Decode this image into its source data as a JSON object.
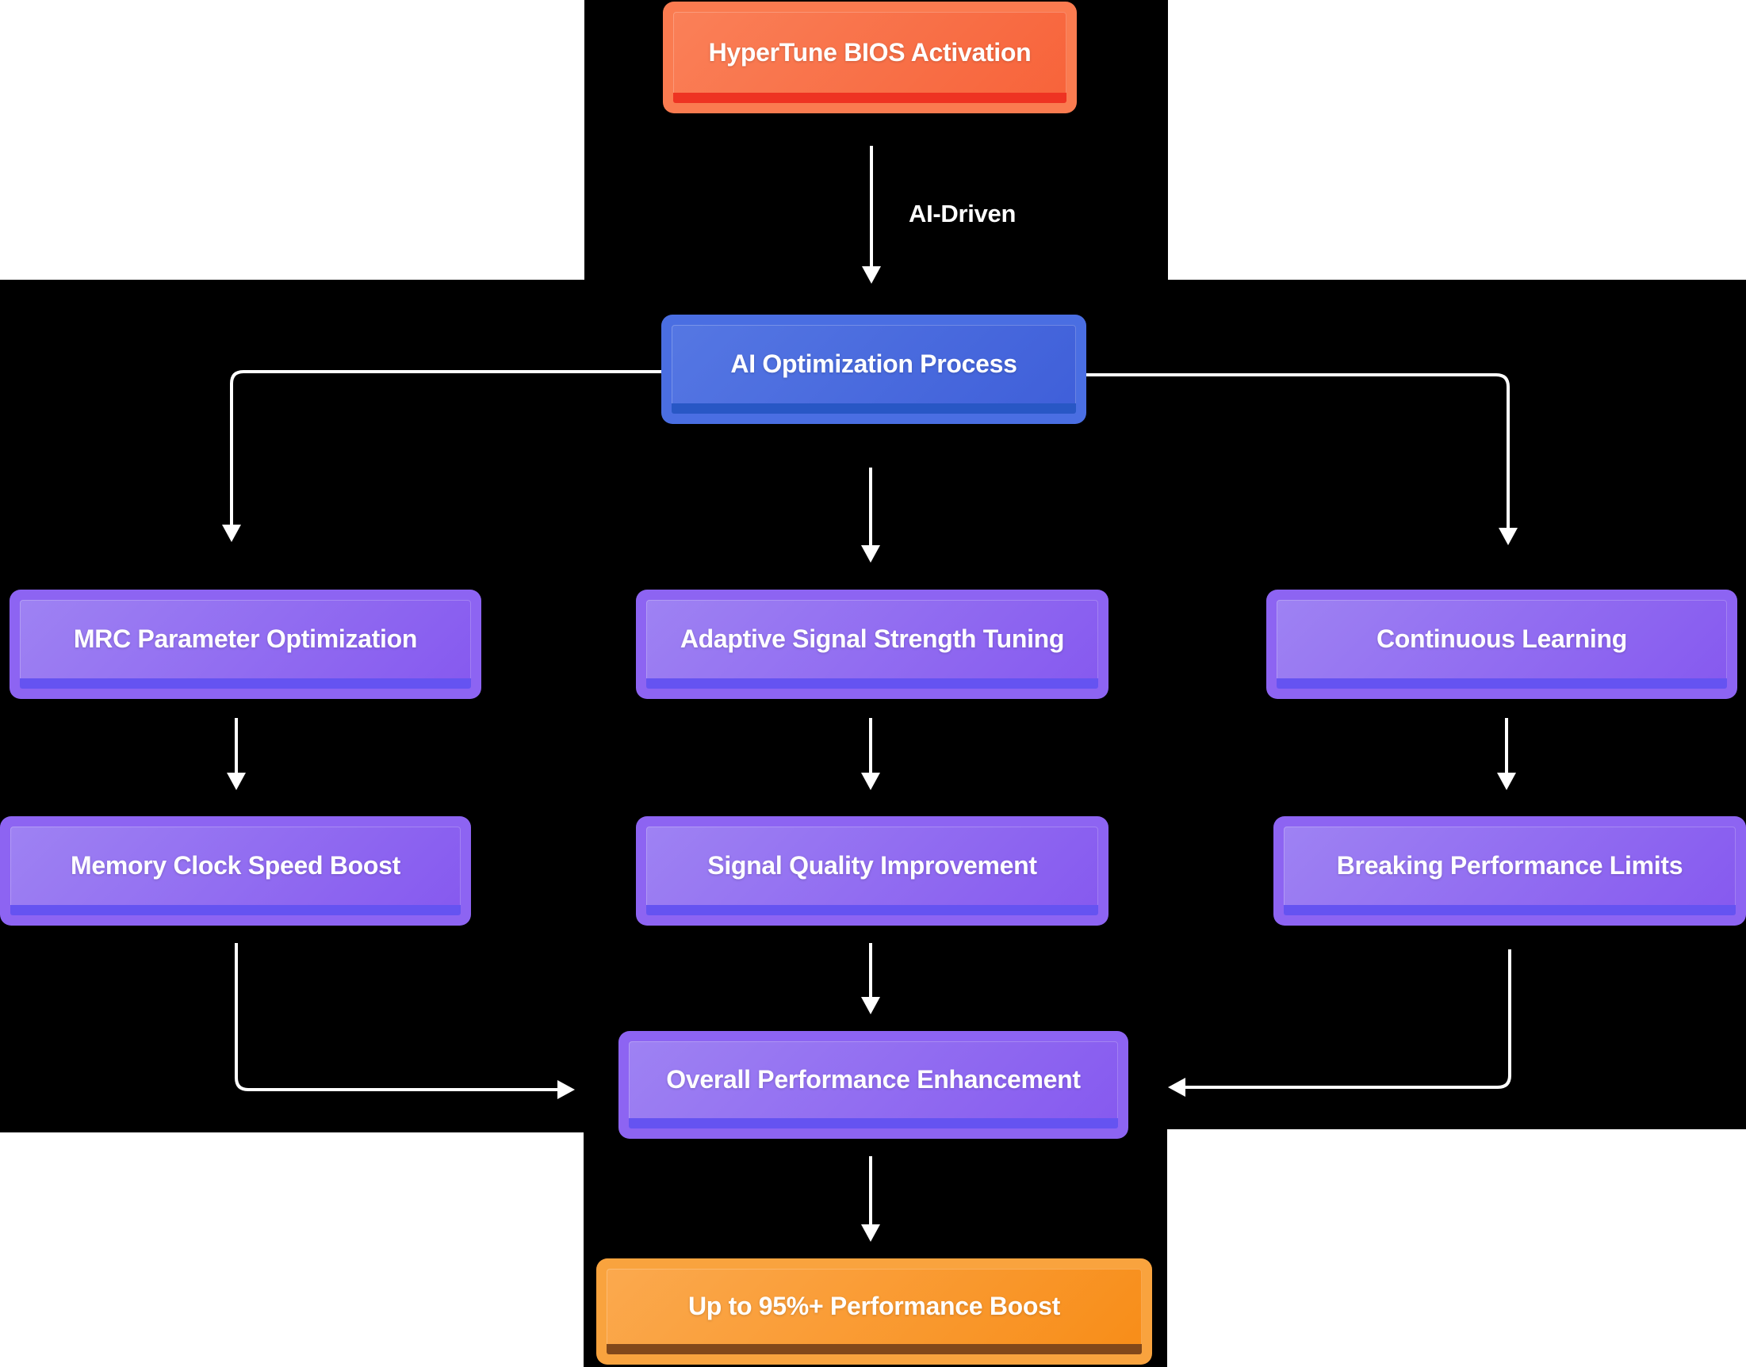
{
  "diagram": {
    "type": "flowchart",
    "background_color": "#000000",
    "corner_panel_color": "#ffffff",
    "connector_color": "#ffffff",
    "text_color": "#ffffff",
    "palette": {
      "orangered": {
        "border": "#fa7b50",
        "fill_light": "#fa8058",
        "fill_dark": "#f7633a",
        "stripe": "#ee3322"
      },
      "blue": {
        "border": "#4a6ee2",
        "fill_light": "#5577e3",
        "fill_dark": "#3f5fd9",
        "stripe": "#2857c5"
      },
      "purple": {
        "border": "#8d64f2",
        "fill_light": "#9e82f3",
        "fill_dark": "#8659ef",
        "stripe": "#6553f1"
      },
      "amber": {
        "border": "#f9a33e",
        "fill_light": "#fba94e",
        "fill_dark": "#f88d18",
        "stripe": "#82481a"
      }
    },
    "nodes": [
      {
        "id": "hypertune",
        "label": "HyperTune BIOS Activation",
        "variant": "orangered"
      },
      {
        "id": "aiopt",
        "label": "AI Optimization Process",
        "variant": "blue"
      },
      {
        "id": "mrc",
        "label": "MRC Parameter Optimization",
        "variant": "purple"
      },
      {
        "id": "adaptive",
        "label": "Adaptive Signal Strength Tuning",
        "variant": "purple"
      },
      {
        "id": "continuous",
        "label": "Continuous Learning",
        "variant": "purple"
      },
      {
        "id": "memclock",
        "label": "Memory Clock Speed Boost",
        "variant": "purple"
      },
      {
        "id": "sigquality",
        "label": "Signal Quality Improvement",
        "variant": "purple"
      },
      {
        "id": "breaking",
        "label": "Breaking Performance Limits",
        "variant": "purple"
      },
      {
        "id": "overall",
        "label": "Overall Performance Enhancement",
        "variant": "purple"
      },
      {
        "id": "boost",
        "label": "Up to 95%+ Performance Boost",
        "variant": "amber"
      }
    ],
    "edges": [
      {
        "from": "hypertune",
        "to": "aiopt",
        "label": "AI-Driven"
      },
      {
        "from": "aiopt",
        "to": "mrc",
        "label": ""
      },
      {
        "from": "aiopt",
        "to": "adaptive",
        "label": ""
      },
      {
        "from": "aiopt",
        "to": "continuous",
        "label": ""
      },
      {
        "from": "mrc",
        "to": "memclock",
        "label": ""
      },
      {
        "from": "adaptive",
        "to": "sigquality",
        "label": ""
      },
      {
        "from": "continuous",
        "to": "breaking",
        "label": ""
      },
      {
        "from": "memclock",
        "to": "overall",
        "label": ""
      },
      {
        "from": "sigquality",
        "to": "overall",
        "label": ""
      },
      {
        "from": "breaking",
        "to": "overall",
        "label": ""
      },
      {
        "from": "overall",
        "to": "boost",
        "label": ""
      }
    ],
    "edge_label": "AI-Driven"
  }
}
